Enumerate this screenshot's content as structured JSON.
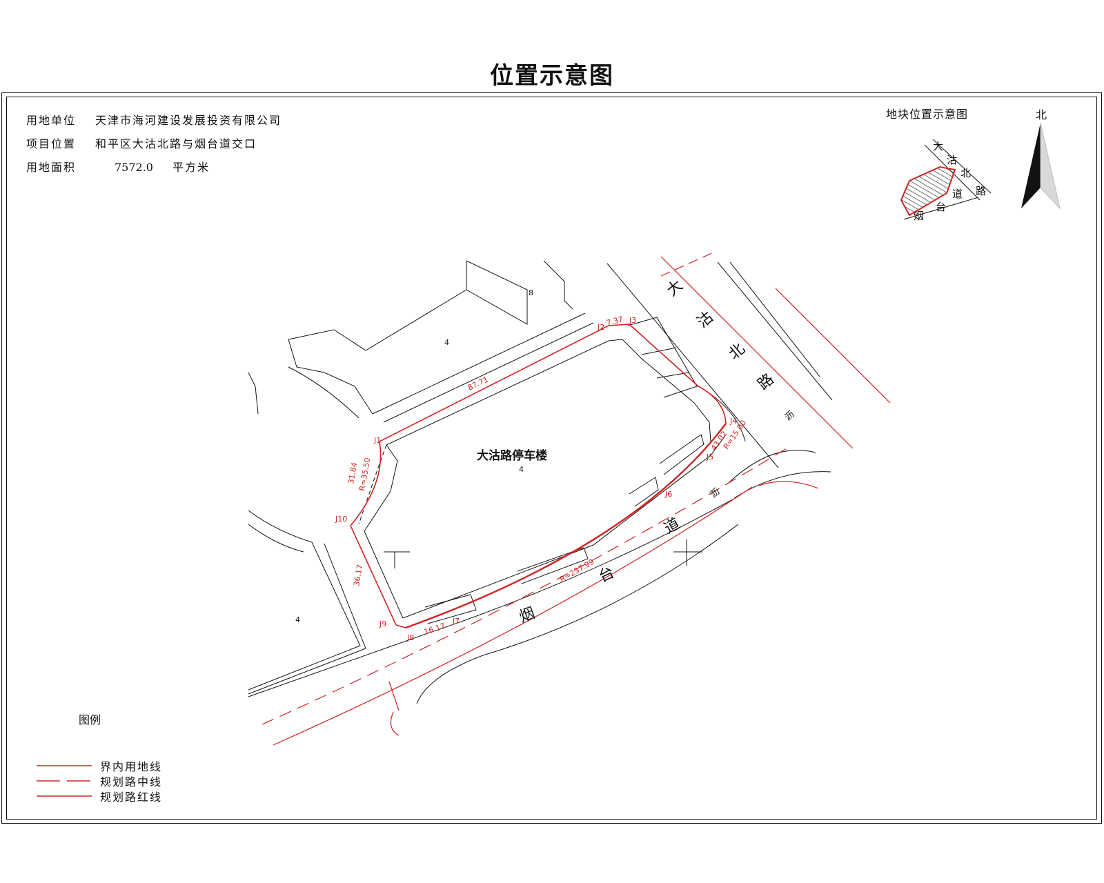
{
  "title": "位置示意图",
  "info": {
    "unit_label": "用地单位",
    "unit_value": "天津市海河建设发展投资有限公司",
    "location_label": "项目位置",
    "location_value": "和平区大沽北路与烟台道交口",
    "area_label": "用地面积",
    "area_value": "7572.0",
    "area_unit": "平方米"
  },
  "mini_map": {
    "title": "地块位置示意图",
    "north": "北",
    "road_dagubei": [
      "大",
      "沽",
      "北",
      "路"
    ],
    "road_yantai": [
      "道",
      "台",
      "烟"
    ]
  },
  "map": {
    "site_name": "大沽路停车楼",
    "site_floors": "4",
    "road_dagubei": [
      "大",
      "沽",
      "北",
      "路"
    ],
    "road_yantai": [
      "道",
      "台",
      "烟"
    ],
    "surface_labels": [
      "沥",
      "沥"
    ],
    "building_floors": [
      "8",
      "4",
      "4"
    ],
    "points": [
      "J1",
      "J2",
      "J3",
      "J4",
      "J5",
      "J6",
      "J7",
      "J8",
      "J9",
      "J10"
    ],
    "dimensions": [
      "87.71",
      "7.37",
      "31.84",
      "R=35.50",
      "36.17",
      "16.17",
      "R=237.99",
      "R=15.00",
      "43.02"
    ]
  },
  "legend": {
    "title": "图例",
    "items": [
      "界内用地线",
      "规划路中线",
      "规划路红线"
    ],
    "color": "#d42020"
  }
}
